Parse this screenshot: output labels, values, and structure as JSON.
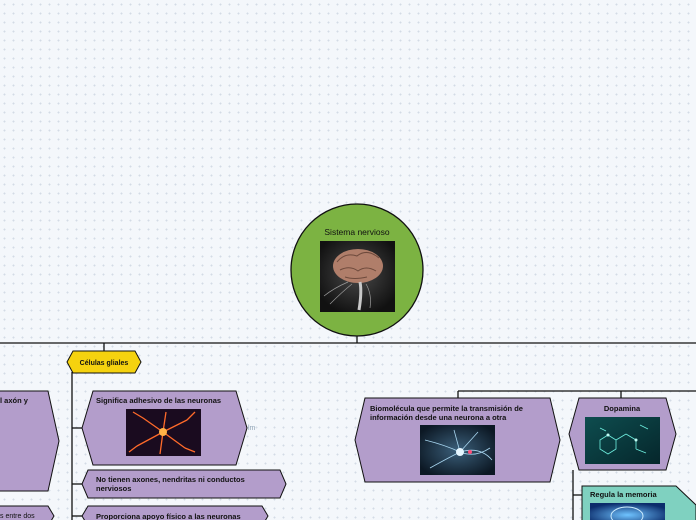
{
  "central_topic": {
    "title": "Sistema nervioso",
    "image_icon": "brain-image"
  },
  "branches": {
    "glial": {
      "label": "Células gliales",
      "items": [
        {
          "text": "Significa adhesivo de las neuronas",
          "image_icon": "glial-cells-image"
        },
        {
          "text_line1": "No tienen axones, nendritas ni conductos",
          "text_line2": "nerviosos"
        },
        {
          "text": "Proporciona apoyo físico a las neuronas"
        }
      ]
    },
    "left_partial": {
      "top_text": "l axón y",
      "bottom_text": "s entre dos"
    },
    "neurotransmitter": {
      "text_line1": "Biomolécula que permite la transmisión de",
      "text_line2": "información desde una neurona a otra",
      "image_icon": "neuron-network-image"
    },
    "dopamine": {
      "label": "Dopamina",
      "image_icon": "molecule-image",
      "child": {
        "text": "Regula la memoria",
        "image_icon": "brain-glow-image"
      }
    },
    "stray_mark": "lm"
  },
  "colors": {
    "central": "#7cb342",
    "glial_label": "#f5d20f",
    "subtopic": "#b39dcb",
    "memory": "#7fd1c0",
    "line": "#111111"
  }
}
